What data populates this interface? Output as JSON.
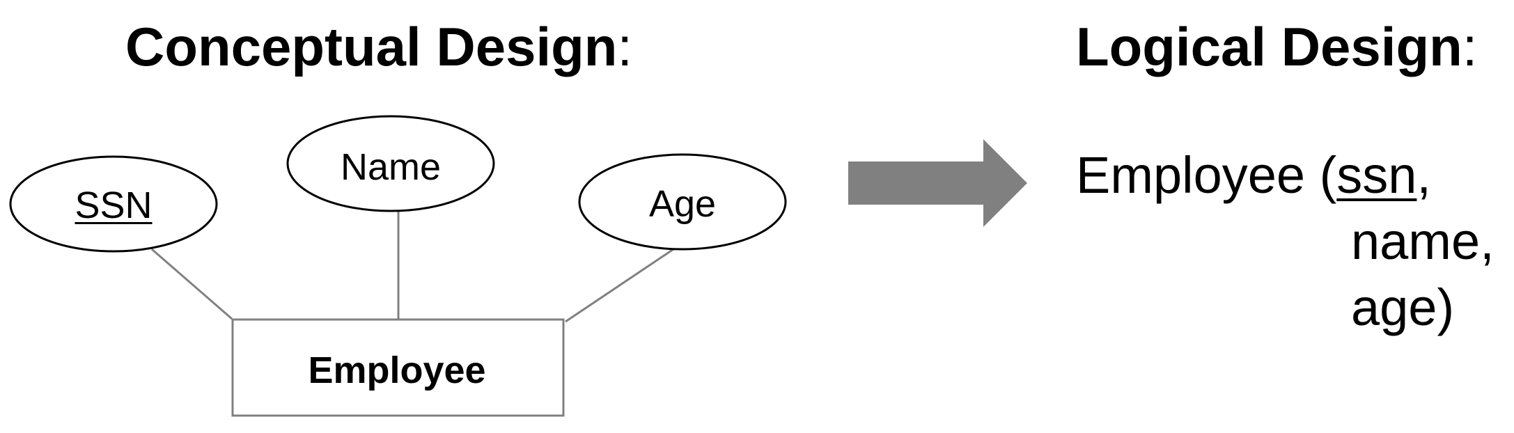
{
  "conceptual": {
    "title": "Conceptual Design",
    "colon": ":",
    "entity": "Employee",
    "attributes": {
      "ssn": "SSN",
      "name": "Name",
      "age": "Age"
    }
  },
  "logical": {
    "title": "Logical Design",
    "colon": ":",
    "relation_prefix": "Employee (",
    "key_attr": "ssn",
    "key_sep": ",",
    "attr2": "name,",
    "attr3": "age)"
  },
  "colors": {
    "arrow": "#808080",
    "connector": "#808080",
    "outline": "#000000",
    "entity_border": "#808080"
  }
}
